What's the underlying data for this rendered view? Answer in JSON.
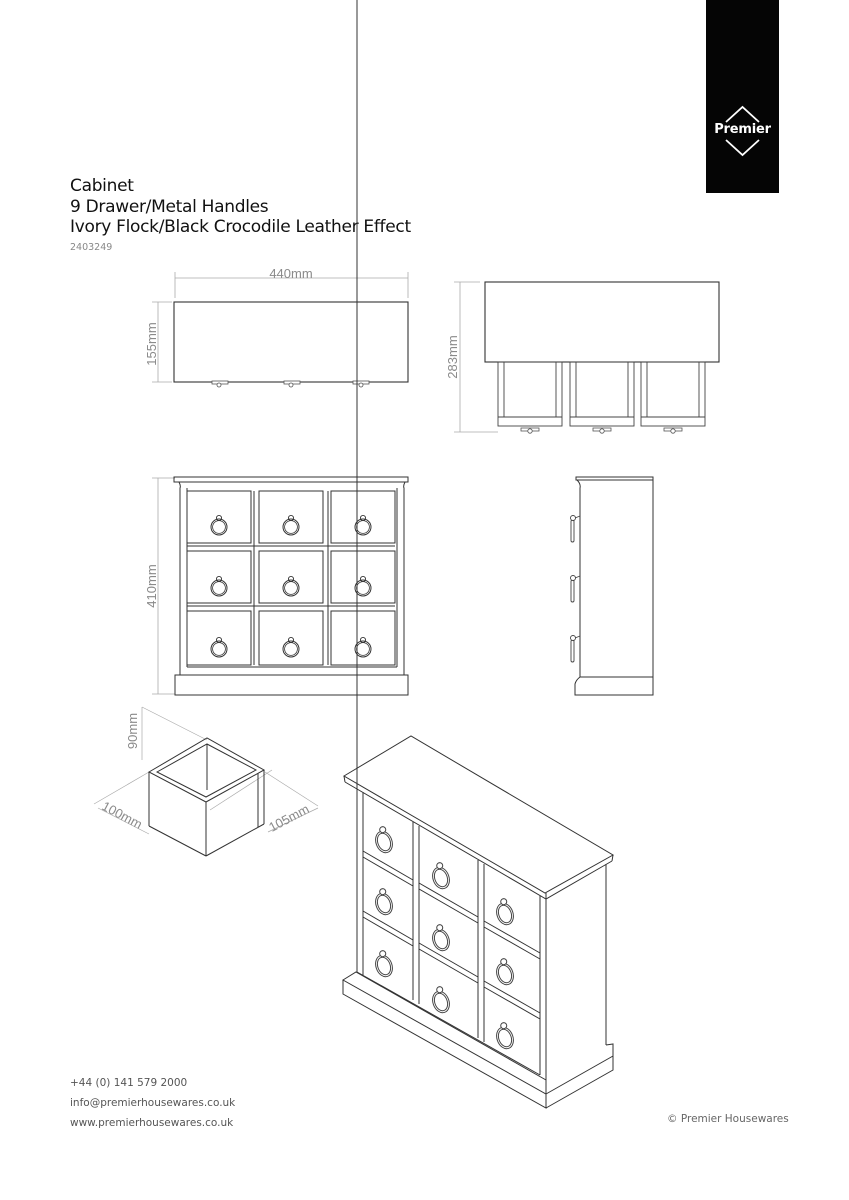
{
  "brand": {
    "name": "Premier",
    "logo_icon": "diamond-chevron-logo",
    "background": "#050505"
  },
  "product": {
    "title_lines": [
      "Cabinet",
      "9 Drawer/Metal Handles",
      "Ivory Flock/Black Crocodile Leather Effect"
    ],
    "sku": "2403249"
  },
  "drawings": {
    "top_view": {
      "width_label": "440mm",
      "depth_label": "155mm"
    },
    "top_view_drawers_open": {
      "depth_label": "283mm"
    },
    "front_view": {
      "height_label": "410mm",
      "drawers": 9,
      "rows": 3,
      "columns": 3
    },
    "side_view": {
      "handles": 3
    },
    "drawer_box": {
      "height_label": "90mm",
      "width_label": "100mm",
      "depth_label": "105mm"
    },
    "isometric_view": {
      "drawers": 9
    }
  },
  "footer": {
    "phone": "+44 (0) 141 579 2000",
    "email": "info@premierhousewares.co.uk",
    "website": "www.premierhousewares.co.uk",
    "copyright": "© Premier Housewares"
  }
}
